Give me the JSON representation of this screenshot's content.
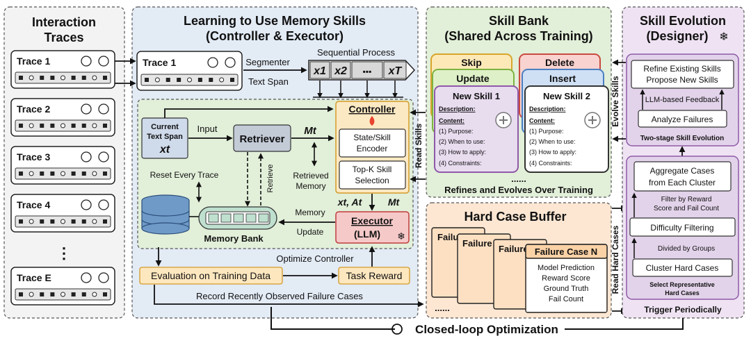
{
  "interaction": {
    "title_line1": "Interaction",
    "title_line2": "Traces",
    "traces": [
      "Trace 1",
      "Trace 2",
      "Trace 3",
      "Trace 4",
      "Trace E"
    ],
    "ellipsis": "⋮"
  },
  "learning": {
    "title_line1": "Learning to Use Memory Skills",
    "title_line2": "(Controller & Executor)",
    "trace1": "Trace 1",
    "segmenter": "Segmenter",
    "text_span": "Text Span",
    "sequential_process": "Sequential Process",
    "tokens": [
      "x1",
      "x2",
      "▪▪▪",
      "xT"
    ],
    "current_text_span_l1": "Current",
    "current_text_span_l2": "Text Span",
    "current_xt": "xt",
    "input": "Input",
    "retriever": "Retriever",
    "mt": "Mt",
    "controller": "Controller",
    "state_skill_encoder_l1": "State/Skill",
    "state_skill_encoder_l2": "Encoder",
    "topk_l1": "Top-K Skill",
    "topk_l2": "Selection",
    "retrieved_memory_l1": "Retrieved",
    "retrieved_memory_l2": "Memory",
    "retrieve": "Retrieve",
    "reset_every_trace": "Reset Every Trace",
    "memory_bank": "Memory Bank",
    "memory_update_l1": "Memory",
    "memory_update_l2": "Update",
    "xt_at": "xt, At",
    "mt2": "Mt",
    "executor_l1": "Executor",
    "executor_l2": "(LLM)",
    "optimize_controller": "Optimize Controller",
    "evaluation": "Evaluation on Training Data",
    "task_reward": "Task Reward",
    "record": "Record Recently Observed Failure Cases"
  },
  "skill_bank": {
    "title_line1": "Skill Bank",
    "title_line2": "(Shared Across Training)",
    "skip": "Skip",
    "delete": "Delete",
    "update": "Update",
    "insert": "Insert",
    "skill1": {
      "title": "New Skill 1",
      "description": "Description:",
      "content": "Content:",
      "items": [
        "(1) Purpose:",
        "(2) When to use:",
        "(3) How to apply:",
        "(4) Constraints:"
      ]
    },
    "skill2": {
      "title": "New Skill 2",
      "description": "Description:",
      "content": "Content:",
      "items": [
        "(1) Purpose:",
        "(2) When to use:",
        "(3) How to apply:",
        "(4) Constraints:"
      ]
    },
    "dots": "......",
    "refines": "Refines and Evolves Over Training",
    "read_skills": "Read Skills"
  },
  "hard_case": {
    "title": "Hard Case Buffer",
    "failure_case": "Failure",
    "failure_case_n": "Failure Case N",
    "model_prediction": "Model Prediction",
    "reward_score": "Reward Score",
    "ground_truth": "Ground Truth",
    "fail_count": "Fail Count",
    "dots": "......",
    "read_hard_cases": "Read Hard Cases"
  },
  "evolution": {
    "title_line1": "Skill Evolution",
    "title_line2": "(Designer)",
    "refine_l1": "Refine Existing Skills",
    "refine_l2": "Propose New Skills",
    "llm_feedback": "LLM-based Feedback",
    "analyze": "Analyze Failures",
    "two_stage": "Two-stage Skill Evolution",
    "aggregate_l1": "Aggregate Cases",
    "aggregate_l2": "from Each Cluster",
    "filter_l1": "Filter by Reward",
    "filter_l2": "Score and Fail Count",
    "difficulty": "Difficulty Filtering",
    "divided": "Divided by Groups",
    "cluster": "Cluster Hard Cases",
    "select_l1": "Select Representative",
    "select_l2": "Hard Cases",
    "trigger": "Trigger Periodically",
    "evolve_skills": "Evolve Skills"
  },
  "footer": {
    "closed_loop": "Closed-loop Optimization"
  }
}
